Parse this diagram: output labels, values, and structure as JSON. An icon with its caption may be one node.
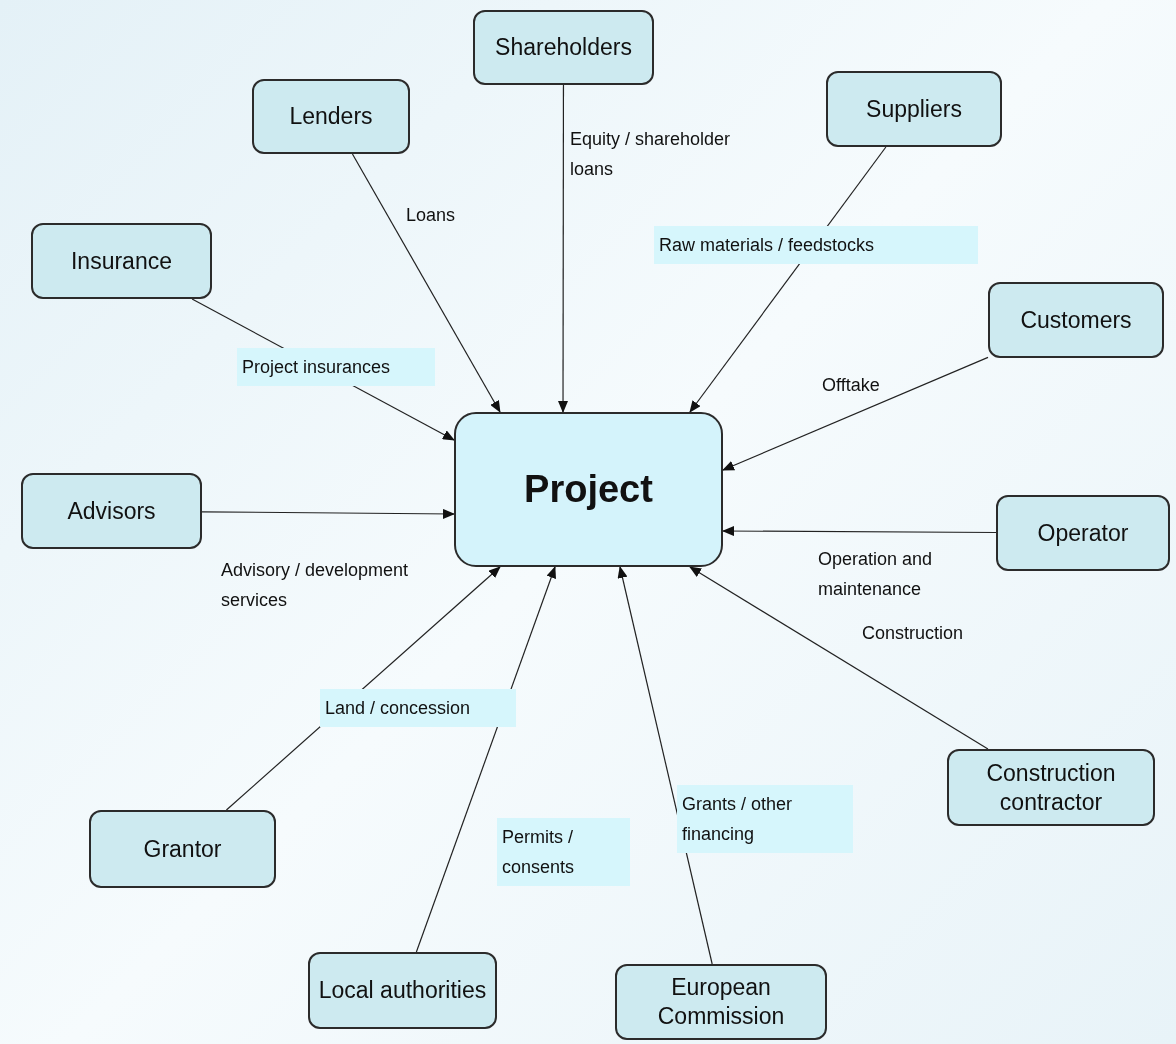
{
  "diagram": {
    "nodes": [
      {
        "text": [
          "Shareholders"
        ]
      },
      {
        "text": [
          "Lenders"
        ]
      },
      {
        "text": [
          "Suppliers"
        ]
      },
      {
        "text": [
          "Insurance"
        ]
      },
      {
        "text": [
          "Customers"
        ]
      },
      {
        "text": [
          "Project"
        ]
      },
      {
        "text": [
          "Advisors"
        ]
      },
      {
        "text": [
          "Operator"
        ]
      },
      {
        "text": [
          "Construction contractor"
        ]
      },
      {
        "text": [
          "Grantor"
        ]
      },
      {
        "text": [
          "Local authorities"
        ]
      },
      {
        "text": [
          "European Commission"
        ]
      }
    ],
    "edges": [
      {
        "from": 0,
        "to": 5,
        "arrow": "to",
        "label": "Equity / shareholder loans"
      },
      {
        "from": 1,
        "to": 5,
        "arrow": "to",
        "label": "Loans"
      },
      {
        "from": 2,
        "to": 5,
        "arrow": "to",
        "label": "Raw materials / feedstocks"
      },
      {
        "from": 3,
        "to": 5,
        "arrow": "to",
        "label": "Project insurances"
      },
      {
        "from": 4,
        "to": 5,
        "arrow": "to",
        "label": "Offtake"
      },
      {
        "from": 6,
        "to": 5,
        "arrow": "to",
        "label": "Advisory / development services"
      },
      {
        "from": 7,
        "to": 5,
        "arrow": "to",
        "label": "Operation and maintenance"
      },
      {
        "from": 8,
        "to": 5,
        "arrow": "to",
        "label": "Construction"
      },
      {
        "from": 9,
        "to": 5,
        "arrow": "to",
        "label": "Land / concession"
      },
      {
        "from": 10,
        "to": 5,
        "arrow": "to",
        "label": "Permits / consents"
      },
      {
        "from": 11,
        "to": 5,
        "arrow": "to",
        "label": "Grants / other financing"
      }
    ]
  }
}
